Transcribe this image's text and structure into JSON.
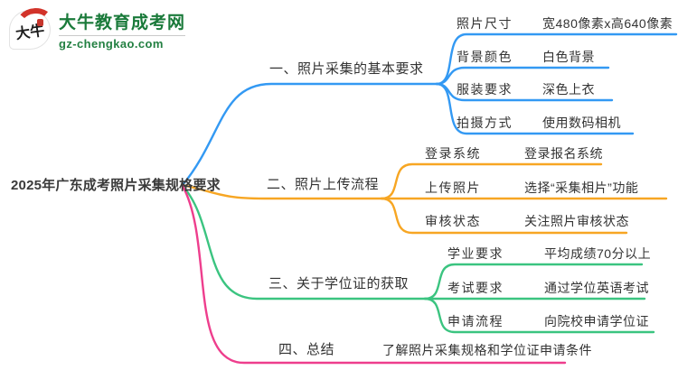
{
  "logo": {
    "mark_text": "大牛",
    "title": "大牛教育成考网",
    "url": "gz-chengkao.com"
  },
  "root": {
    "title": "2025年广东成考照片采集规格要求"
  },
  "colors": {
    "blue": "#3399f3",
    "orange": "#f7a623",
    "green": "#3bc480",
    "pink": "#ee3e8d",
    "logo_green": "#1a7a3a"
  },
  "branches": [
    {
      "label": "一、照片采集的基本要求",
      "color": "#3399f3",
      "children": [
        {
          "label": "照片尺寸",
          "value": "宽480像素x高640像素"
        },
        {
          "label": "背景颜色",
          "value": "白色背景"
        },
        {
          "label": "服装要求",
          "value": "深色上衣"
        },
        {
          "label": "拍摄方式",
          "value": "使用数码相机"
        }
      ]
    },
    {
      "label": "二、照片上传流程",
      "color": "#f7a623",
      "children": [
        {
          "label": "登录系统",
          "value": "登录报名系统"
        },
        {
          "label": "上传照片",
          "value": "选择“采集相片”功能"
        },
        {
          "label": "审核状态",
          "value": "关注照片审核状态"
        }
      ]
    },
    {
      "label": "三、关于学位证的获取",
      "color": "#3bc480",
      "children": [
        {
          "label": "学业要求",
          "value": "平均成绩70分以上"
        },
        {
          "label": "考试要求",
          "value": "通过学位英语考试"
        },
        {
          "label": "申请流程",
          "value": "向院校申请学位证"
        }
      ]
    },
    {
      "label": "四、总结",
      "color": "#ee3e8d",
      "children": [
        {
          "label": "四、总结",
          "value": "了解照片采集规格和学位证申请条件"
        }
      ]
    }
  ]
}
